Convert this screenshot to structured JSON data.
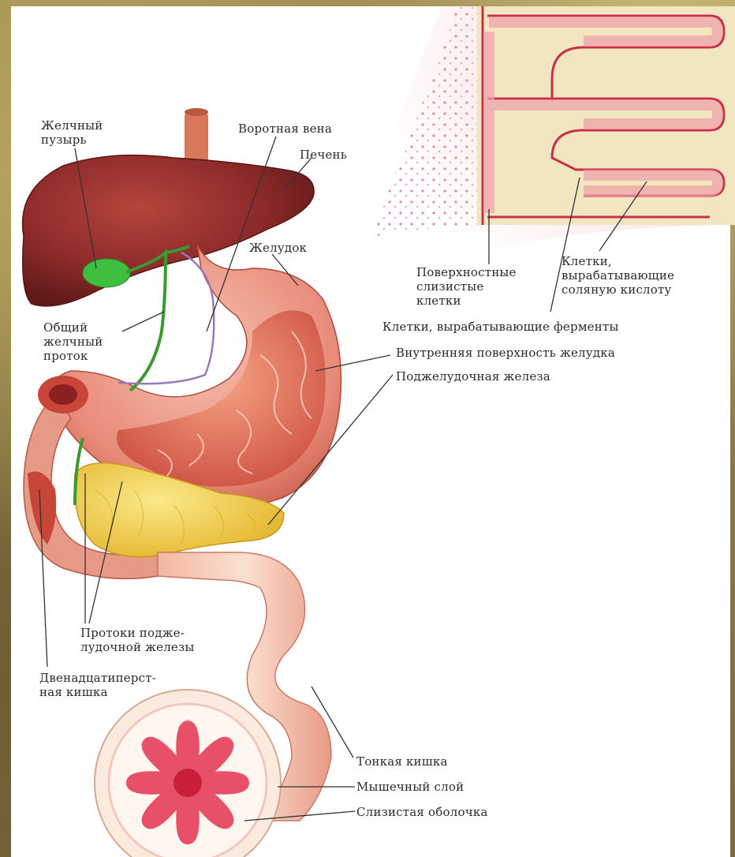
{
  "labels": {
    "gallbladder_1": "Желчный",
    "gallbladder_2": "пузырь",
    "portal_vein": "Воротная вена",
    "liver": "Печень",
    "stomach": "Желудок",
    "common_bile_duct_1": "Общий",
    "common_bile_duct_2": "желчный",
    "common_bile_duct_3": "проток",
    "surface_mucous_1": "Поверхностные",
    "surface_mucous_2": "слизистые",
    "surface_mucous_3": "клетки",
    "hcl_cells_1": "Клетки,",
    "hcl_cells_2": "вырабатывающие",
    "hcl_cells_3": "соляную кислоту",
    "enzyme_cells": "Клетки, вырабатывающие ферменты",
    "inner_surface": "Внутренняя поверхность желудка",
    "pancreas": "Поджелудочная железа",
    "pancreatic_ducts_1": "Протоки подже-",
    "pancreatic_ducts_2": "лудочной железы",
    "duodenum_1": "Двенадцатиперст-",
    "duodenum_2": "ная кишка",
    "small_intestine": "Тонкая кишка",
    "muscle_layer": "Мышечный слой",
    "mucosa": "Слизистая оболочка"
  },
  "colors": {
    "liver": "#8c2a2a",
    "gallbladder": "#3fbf3f",
    "stomach": "#e88a78",
    "pancreas": "#f0cc40",
    "bile_duct": "#3a9a30",
    "vein": "#9a78b8",
    "mucosa": "#d0203a"
  }
}
